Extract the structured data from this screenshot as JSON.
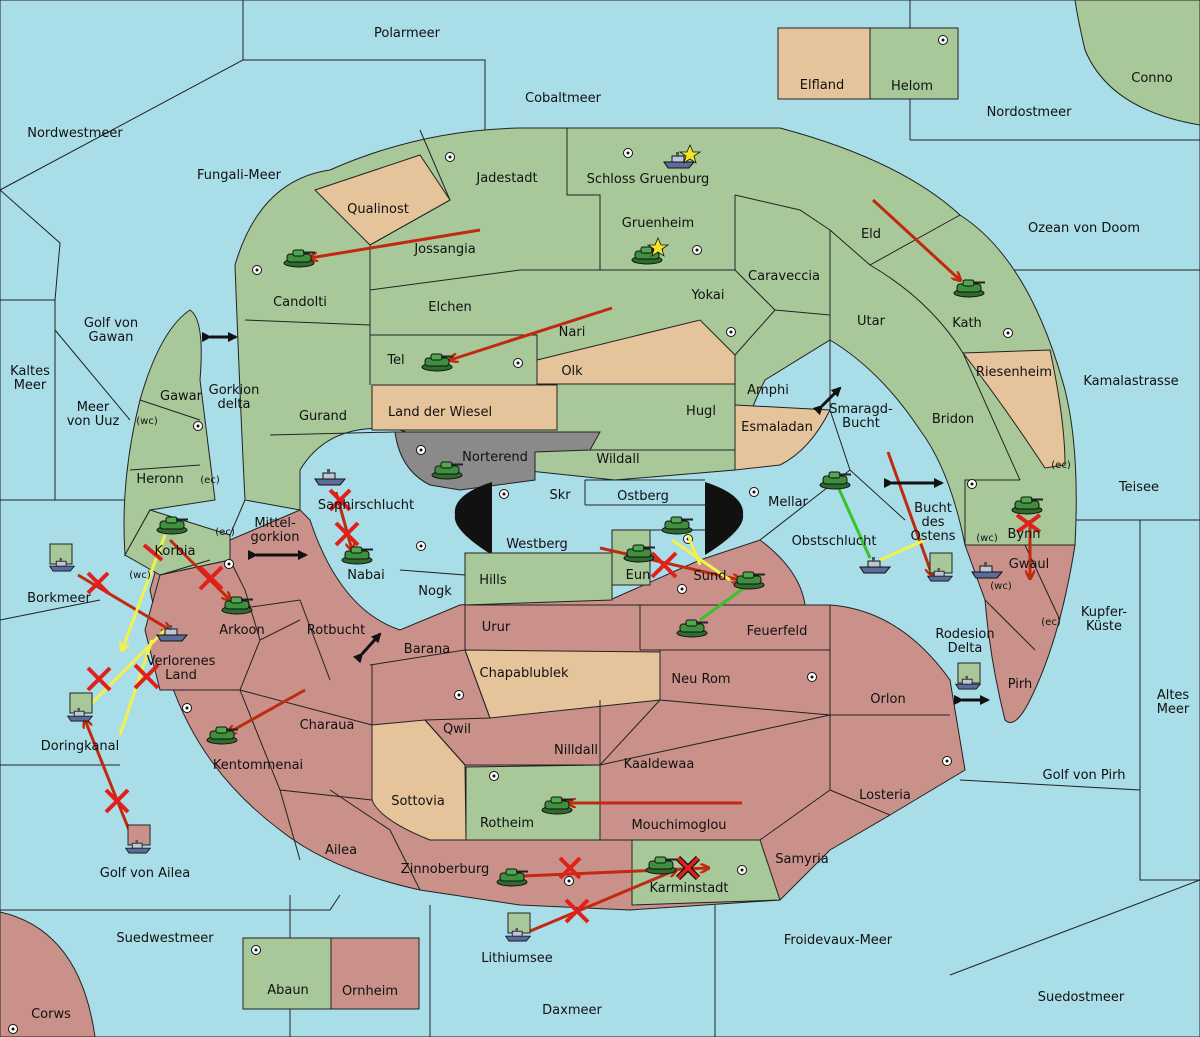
{
  "map": {
    "seas": {
      "polarmeer": "Polarmeer",
      "cobaltmeer": "Cobaltmeer",
      "nordwestmeer": "Nordwestmeer",
      "nordostmeer": "Nordostmeer",
      "fungali_meer": "Fungali-Meer",
      "ozean_von_doom": "Ozean von Doom",
      "golf_von_gawan": "Golf von\nGawan",
      "kaltes_meer": "Kaltes\nMeer",
      "meer_von_uuz": "Meer\nvon Uuz",
      "kamalastrasse": "Kamalastrasse",
      "teisee": "Teisee",
      "kupfer_kueste": "Kupfer-\nKüste",
      "altes_meer": "Altes\nMeer",
      "golf_von_pirh": "Golf von Pirh",
      "borkmeer": "Borkmeer",
      "doringkanal": "Doringkanal",
      "golf_von_ailea": "Golf von Ailea",
      "suedwestmeer": "Suedwestmeer",
      "daxmeer": "Daxmeer",
      "froidevaux_meer": "Froidevaux-Meer",
      "suedostmeer": "Suedostmeer",
      "lithiumsee": "Lithiumsee",
      "rotbucht": "Rotbucht",
      "mittelgorkion": "Mittel-\ngorkion",
      "gorkion_delta": "Gorkion\ndelta",
      "smaragd_bucht": "Smaragd-\nBucht",
      "bucht_des_ostens": "Bucht\ndes\nOstens",
      "rodesion_delta": "Rodesion\nDelta"
    },
    "lands": {
      "elfland": "Elfland",
      "helom": "Helom",
      "conno": "Conno",
      "jadestadt": "Jadestadt",
      "schloss_gruenburg": "Schloss Gruenburg",
      "qualinost": "Qualinost",
      "jossangia": "Jossangia",
      "gruenheim": "Gruenheim",
      "eld": "Eld",
      "caraveccia": "Caraveccia",
      "candolti": "Candolti",
      "elchen": "Elchen",
      "yokai": "Yokai",
      "utar": "Utar",
      "kath": "Kath",
      "nari": "Nari",
      "tel": "Tel",
      "olk": "Olk",
      "amphi": "Amphi",
      "riesenheim": "Riesenheim",
      "gawar": "Gawar",
      "gurand": "Gurand",
      "land_der_wiesel": "Land der Wiesel",
      "hugl": "Hugl",
      "esmaladan": "Esmaladan",
      "bridon": "Bridon",
      "heronn": "Heronn",
      "norterend": "Norterend",
      "wildall": "Wildall",
      "skr": "Skr",
      "ostberg": "Ostberg",
      "mellar": "Mellar",
      "saphirschlucht": "Saphirschlucht",
      "westberg": "Westberg",
      "obstschlucht": "Obstschlucht",
      "korbia": "Korbia",
      "bynn": "Bynn",
      "gwaul": "Gwaul",
      "nabai": "Nabai",
      "hills": "Hills",
      "eun": "Eun",
      "sund": "Sund",
      "nogk": "Nogk",
      "arkoon": "Arkoon",
      "urur": "Urur",
      "feuerfeld": "Feuerfeld",
      "verlorenes_land": "Verlorenes\nLand",
      "barana": "Barana",
      "chapablublek": "Chapablublek",
      "neu_rom": "Neu Rom",
      "orlon": "Orlon",
      "pirh": "Pirh",
      "charaua": "Charaua",
      "qwil": "Qwil",
      "nilldall": "Nilldall",
      "kentommenai": "Kentommenai",
      "kaaldewaa": "Kaaldewaa",
      "sottovia": "Sottovia",
      "rotheim": "Rotheim",
      "mouchimoglou": "Mouchimoglou",
      "losteria": "Losteria",
      "ailea": "Ailea",
      "zinnoberburg": "Zinnoberburg",
      "samyria": "Samyria",
      "karminstadt": "Karminstadt",
      "abaun": "Abaun",
      "ornheim": "Ornheim",
      "corws": "Corws"
    },
    "coast_tags": {
      "wc": "(wc)",
      "ec": "(ec)"
    },
    "colors": {
      "sea": "#a9dde8",
      "green_power": "#a8c89a",
      "red_power": "#c99189",
      "neutral": "#e6c49b",
      "impassable": "#8a8a8a",
      "move_red": "#c02a10",
      "support_yellow": "#f2f24a",
      "support_green": "#3ac22a"
    },
    "icons": [
      "tank-icon",
      "ship-icon",
      "star-icon",
      "supply-center-icon",
      "dislodged-x-icon",
      "double-arrow-icon"
    ]
  }
}
